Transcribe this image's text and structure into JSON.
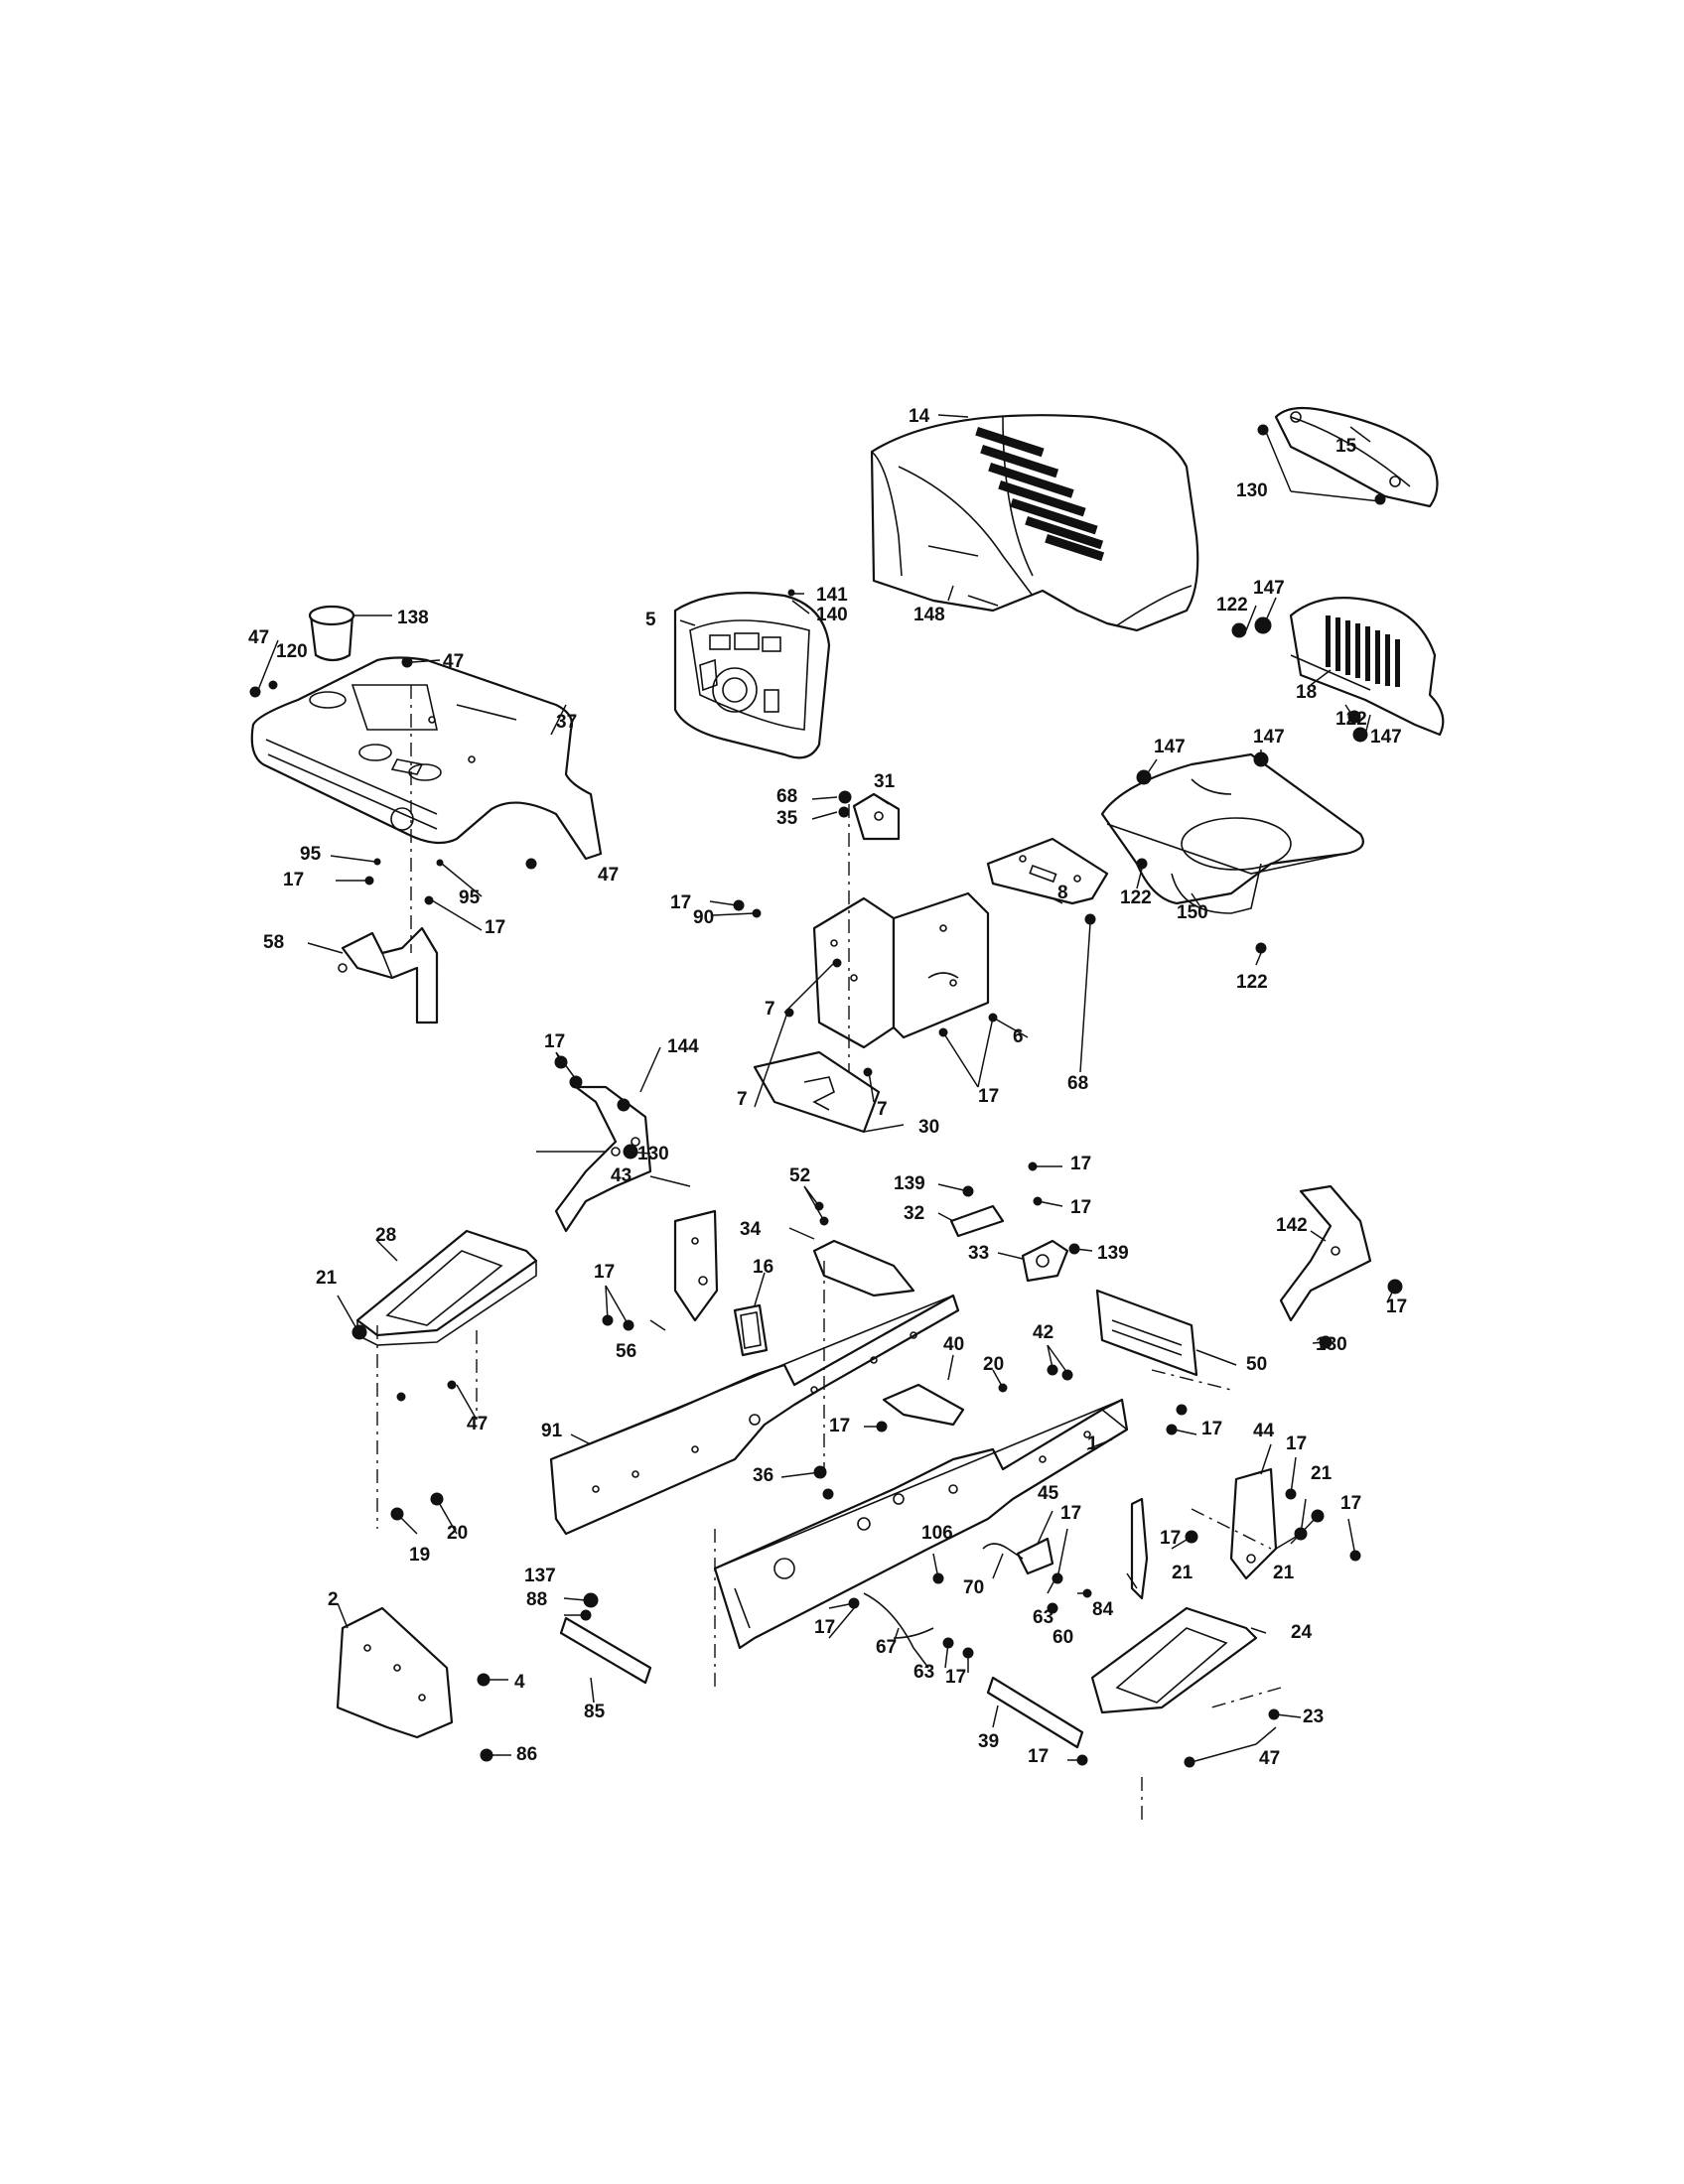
{
  "callouts": [
    {
      "id": "c14",
      "text": "14"
    },
    {
      "id": "c15",
      "text": "15"
    },
    {
      "id": "c130a",
      "text": "130"
    },
    {
      "id": "c141",
      "text": "141"
    },
    {
      "id": "c140",
      "text": "140"
    },
    {
      "id": "c5",
      "text": "5"
    },
    {
      "id": "c148",
      "text": "148"
    },
    {
      "id": "c138",
      "text": "138"
    },
    {
      "id": "c47a",
      "text": "47"
    },
    {
      "id": "c120",
      "text": "120"
    },
    {
      "id": "c47b",
      "text": "47"
    },
    {
      "id": "c37",
      "text": "37"
    },
    {
      "id": "c122a",
      "text": "122"
    },
    {
      "id": "c147a",
      "text": "147"
    },
    {
      "id": "c18",
      "text": "18"
    },
    {
      "id": "c122b",
      "text": "122"
    },
    {
      "id": "c147b",
      "text": "147"
    },
    {
      "id": "c147c",
      "text": "147"
    },
    {
      "id": "c147d",
      "text": "147"
    },
    {
      "id": "c122c",
      "text": "122"
    },
    {
      "id": "c150",
      "text": "150"
    },
    {
      "id": "c122d",
      "text": "122"
    },
    {
      "id": "c68a",
      "text": "68"
    },
    {
      "id": "c35",
      "text": "35"
    },
    {
      "id": "c31",
      "text": "31"
    },
    {
      "id": "c95a",
      "text": "95"
    },
    {
      "id": "c17a",
      "text": "17"
    },
    {
      "id": "c95b",
      "text": "95"
    },
    {
      "id": "c47c",
      "text": "47"
    },
    {
      "id": "c17b",
      "text": "17"
    },
    {
      "id": "c58",
      "text": "58"
    },
    {
      "id": "c17c",
      "text": "17"
    },
    {
      "id": "c90",
      "text": "90"
    },
    {
      "id": "c8",
      "text": "8"
    },
    {
      "id": "c7a",
      "text": "7"
    },
    {
      "id": "c6",
      "text": "6"
    },
    {
      "id": "c68b",
      "text": "68"
    },
    {
      "id": "c7b",
      "text": "7"
    },
    {
      "id": "c17d",
      "text": "17"
    },
    {
      "id": "c7c",
      "text": "7"
    },
    {
      "id": "c30",
      "text": "30"
    },
    {
      "id": "c17e",
      "text": "17"
    },
    {
      "id": "c144",
      "text": "144"
    },
    {
      "id": "c130b",
      "text": "130"
    },
    {
      "id": "c43",
      "text": "43"
    },
    {
      "id": "c52",
      "text": "52"
    },
    {
      "id": "c139a",
      "text": "139"
    },
    {
      "id": "c17f",
      "text": "17"
    },
    {
      "id": "c32",
      "text": "32"
    },
    {
      "id": "c17g",
      "text": "17"
    },
    {
      "id": "c34",
      "text": "34"
    },
    {
      "id": "c33",
      "text": "33"
    },
    {
      "id": "c139b",
      "text": "139"
    },
    {
      "id": "c142",
      "text": "142"
    },
    {
      "id": "c28",
      "text": "28"
    },
    {
      "id": "c17h",
      "text": "17"
    },
    {
      "id": "c21a",
      "text": "21"
    },
    {
      "id": "c16",
      "text": "16"
    },
    {
      "id": "c130c",
      "text": "130"
    },
    {
      "id": "c17i",
      "text": "17"
    },
    {
      "id": "c56",
      "text": "56"
    },
    {
      "id": "c40",
      "text": "40"
    },
    {
      "id": "c42",
      "text": "42"
    },
    {
      "id": "c50",
      "text": "50"
    },
    {
      "id": "c47d",
      "text": "47"
    },
    {
      "id": "c20a",
      "text": "20"
    },
    {
      "id": "c17j",
      "text": "17"
    },
    {
      "id": "c17k",
      "text": "17"
    },
    {
      "id": "c91",
      "text": "91"
    },
    {
      "id": "c1",
      "text": "1"
    },
    {
      "id": "c44",
      "text": "44"
    },
    {
      "id": "c17l",
      "text": "17"
    },
    {
      "id": "c17m",
      "text": "17"
    },
    {
      "id": "c36",
      "text": "36"
    },
    {
      "id": "c21b",
      "text": "21"
    },
    {
      "id": "c45",
      "text": "45"
    },
    {
      "id": "c17n",
      "text": "17"
    },
    {
      "id": "c20b",
      "text": "20"
    },
    {
      "id": "c19",
      "text": "19"
    },
    {
      "id": "c106",
      "text": "106"
    },
    {
      "id": "c17o",
      "text": "17"
    },
    {
      "id": "c21c",
      "text": "21"
    },
    {
      "id": "c21d",
      "text": "21"
    },
    {
      "id": "c137",
      "text": "137"
    },
    {
      "id": "c70",
      "text": "70"
    },
    {
      "id": "c84",
      "text": "84"
    },
    {
      "id": "c88",
      "text": "88"
    },
    {
      "id": "c63a",
      "text": "63"
    },
    {
      "id": "c60",
      "text": "60"
    },
    {
      "id": "c17p",
      "text": "17"
    },
    {
      "id": "c2",
      "text": "2"
    },
    {
      "id": "c67",
      "text": "67"
    },
    {
      "id": "c24",
      "text": "24"
    },
    {
      "id": "c4",
      "text": "4"
    },
    {
      "id": "c63b",
      "text": "63"
    },
    {
      "id": "c17q",
      "text": "17"
    },
    {
      "id": "c85",
      "text": "85"
    },
    {
      "id": "c23",
      "text": "23"
    },
    {
      "id": "c39",
      "text": "39"
    },
    {
      "id": "c17r",
      "text": "17"
    },
    {
      "id": "c47e",
      "text": "47"
    },
    {
      "id": "c86",
      "text": "86"
    }
  ]
}
